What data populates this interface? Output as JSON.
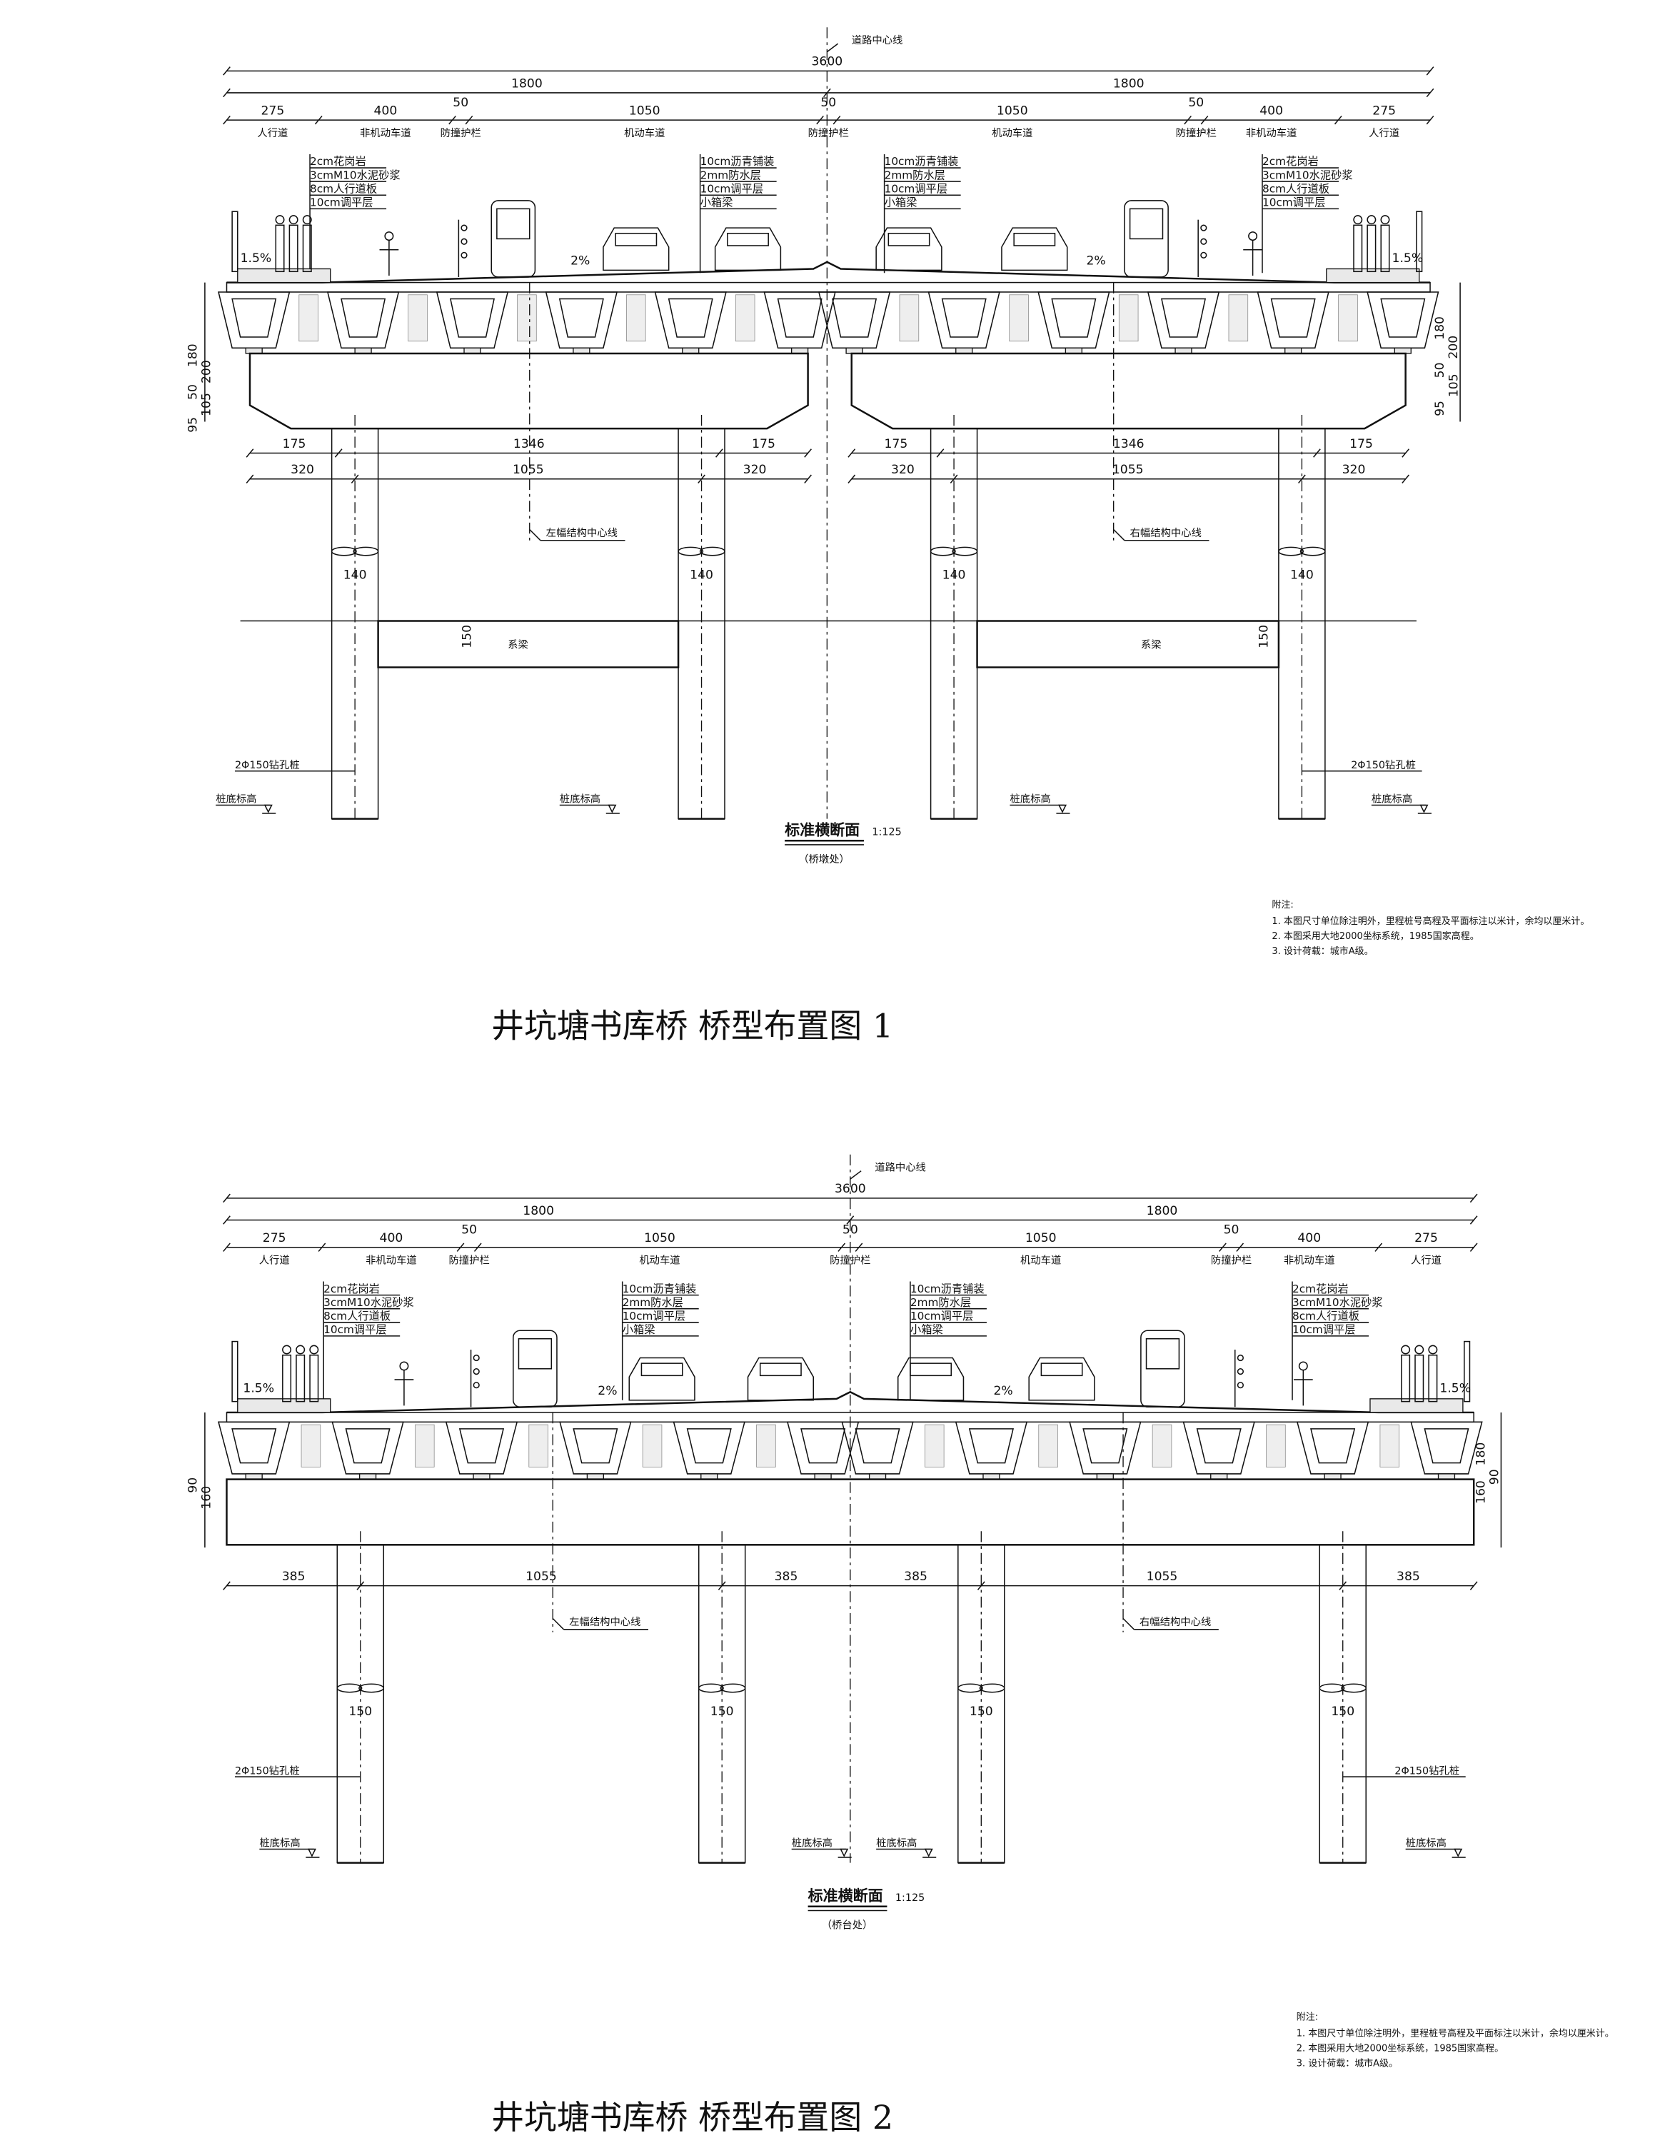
{
  "sections": [
    {
      "centerline_label": "道路中心线",
      "total_width": "3600",
      "half_widths": [
        "1800",
        "1800"
      ],
      "sub_dims": [
        "275",
        "400",
        "50",
        "1050",
        "50",
        "1050",
        "50",
        "400",
        "275"
      ],
      "lane_labels": [
        "人行道",
        "非机动车道",
        "防撞护栏",
        "机动车道",
        "防撞护栏",
        "机动车道",
        "防撞护栏",
        "非机动车道",
        "人行道"
      ],
      "sidewalk_layers": [
        "2cm花岗岩",
        "3cmM10水泥砂浆",
        "8cm人行道板",
        "10cm调平层"
      ],
      "road_layers": [
        "10cm沥青铺装",
        "2mm防水层",
        "10cm调平层",
        "小箱梁"
      ],
      "slopes": [
        "1.5%",
        "2%",
        "2%",
        "1.5%"
      ],
      "height_dims_left": [
        "180",
        "200",
        "50",
        "105",
        "95"
      ],
      "height_dims_right": [
        "180",
        "200",
        "50",
        "105",
        "95"
      ],
      "cap_dims_row1": [
        "175",
        "1346",
        "175",
        "175",
        "1346",
        "175"
      ],
      "cap_dims_row2": [
        "320",
        "1055",
        "320",
        "320",
        "1055",
        "320"
      ],
      "structure_centerlines": [
        "左幅结构中心线",
        "右幅结构中心线"
      ],
      "pile_dia": [
        "140",
        "140",
        "140",
        "140"
      ],
      "tie_beam_label": "系梁",
      "tie_beam_height": "150",
      "pile_label": "2Φ150钻孔桩",
      "pile_bottom_label": "桩底标高",
      "section_title": "标准横断面",
      "scale": "1:125",
      "section_subtitle": "（桥墩处）",
      "notes_title": "附注:",
      "notes": [
        "1. 本图尺寸单位除注明外，里程桩号高程及平面标注以米计，余均以厘米计。",
        "2. 本图采用大地2000坐标系统，1985国家高程。",
        "3. 设计荷载：城市A级。"
      ],
      "drawing_title": "井坑塘书库桥  桥型布置图 1"
    },
    {
      "centerline_label": "道路中心线",
      "total_width": "3600",
      "half_widths": [
        "1800",
        "1800"
      ],
      "sub_dims": [
        "275",
        "400",
        "50",
        "1050",
        "50",
        "1050",
        "50",
        "400",
        "275"
      ],
      "lane_labels": [
        "人行道",
        "非机动车道",
        "防撞护栏",
        "机动车道",
        "防撞护栏",
        "机动车道",
        "防撞护栏",
        "非机动车道",
        "人行道"
      ],
      "sidewalk_layers": [
        "2cm花岗岩",
        "3cmM10水泥砂浆",
        "8cm人行道板",
        "10cm调平层"
      ],
      "road_layers": [
        "10cm沥青铺装",
        "2mm防水层",
        "10cm调平层",
        "小箱梁"
      ],
      "slopes": [
        "1.5%",
        "2%",
        "2%",
        "1.5%"
      ],
      "height_dims_left": [
        "90",
        "160"
      ],
      "height_dims_right": [
        "180",
        "90",
        "160"
      ],
      "cap_dims_row2": [
        "385",
        "1055",
        "385",
        "385",
        "1055",
        "385"
      ],
      "structure_centerlines": [
        "左幅结构中心线",
        "右幅结构中心线"
      ],
      "pile_dia": [
        "150",
        "150",
        "150",
        "150"
      ],
      "pile_label": "2Φ150钻孔桩",
      "pile_bottom_label": "桩底标高",
      "section_title": "标准横断面",
      "scale": "1:125",
      "section_subtitle": "（桥台处）",
      "notes_title": "附注:",
      "notes": [
        "1. 本图尺寸单位除注明外，里程桩号高程及平面标注以米计，余均以厘米计。",
        "2. 本图采用大地2000坐标系统，1985国家高程。",
        "3. 设计荷载：城市A级。"
      ],
      "drawing_title": "井坑塘书库桥  桥型布置图 2"
    }
  ]
}
